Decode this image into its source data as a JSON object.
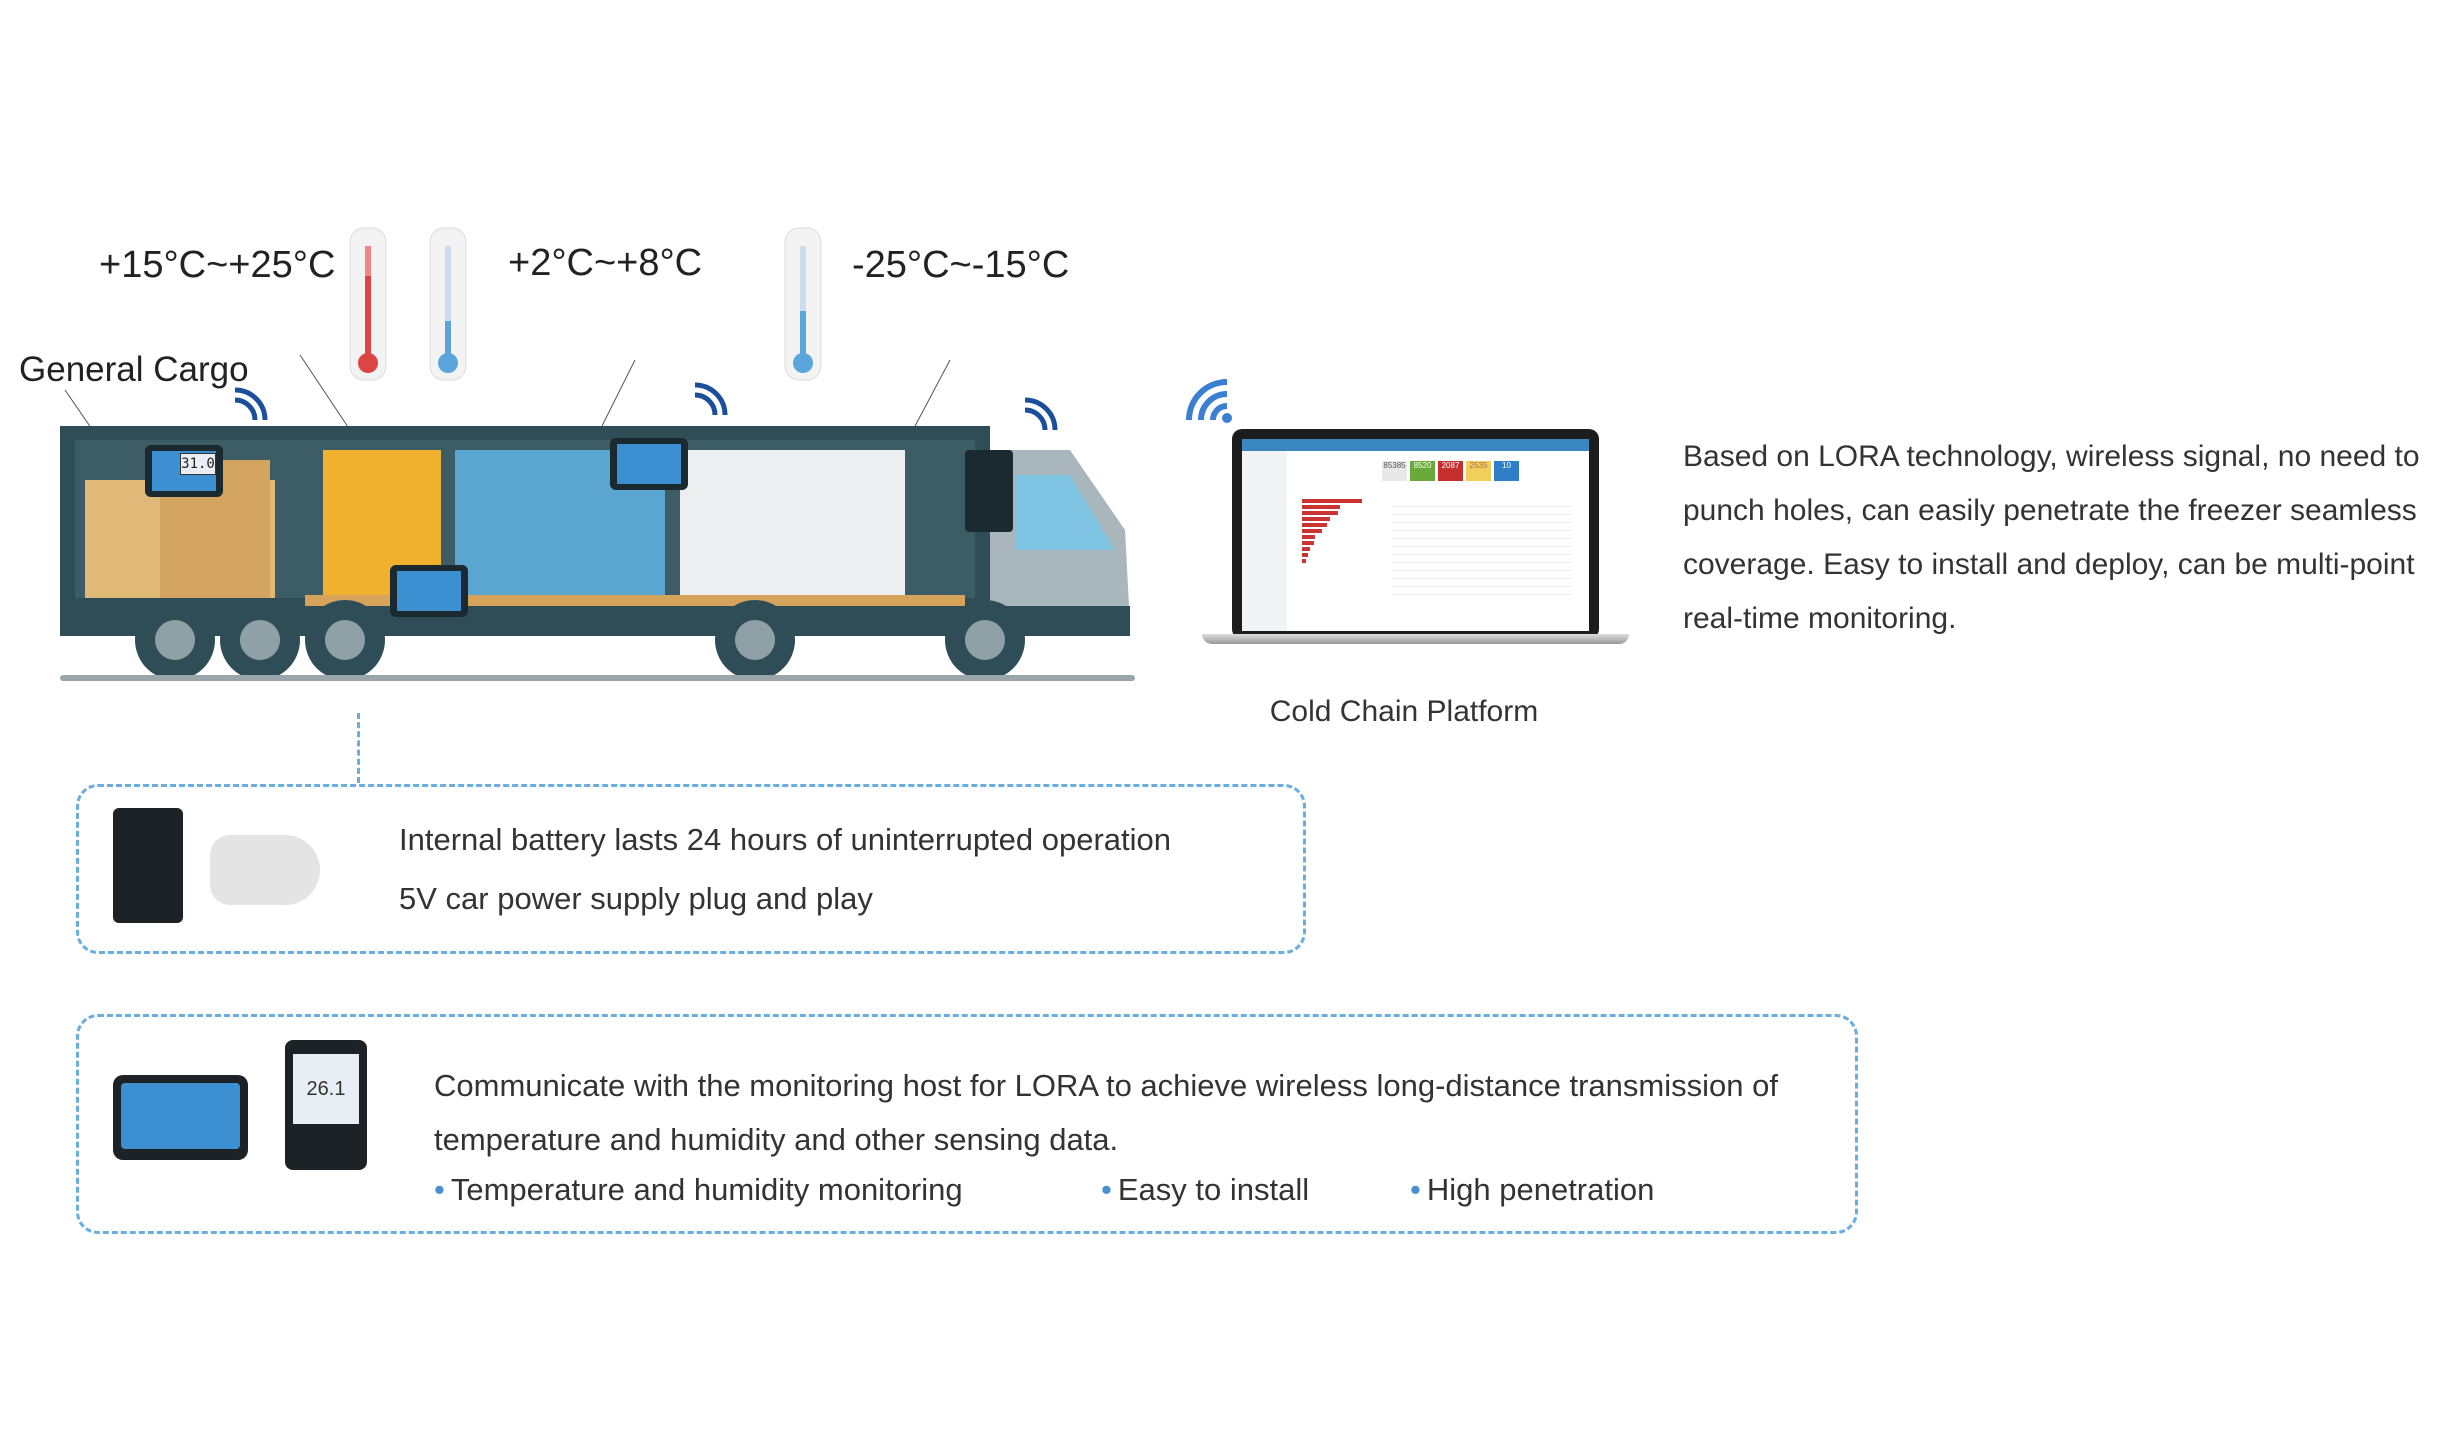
{
  "temperature_zones": [
    {
      "label": "+15°C~+25°C"
    },
    {
      "label": "+2°C~+8°C"
    },
    {
      "label": "-25°C~-15°C"
    }
  ],
  "cargo_label": "General Cargo",
  "device_display_reading": "31.0",
  "platform": {
    "caption": "Cold Chain Platform",
    "kpis": [
      {
        "value": "85385",
        "color": "#e8e8e8"
      },
      {
        "value": "8520",
        "color": "#6aaa3a"
      },
      {
        "value": "2087",
        "color": "#c62f2f"
      },
      {
        "value": "2535",
        "color": "#f2cf5a"
      },
      {
        "value": "10",
        "color": "#2f7fc8"
      }
    ]
  },
  "description": "Based on LORA technology, wireless signal, no need to punch holes, can easily penetrate the freezer seamless coverage. Easy to install and deploy, can be multi-point  real-time monitoring.",
  "box1": {
    "lines": [
      "Internal battery lasts 24 hours of uninterrupted operation",
      "5V car power supply plug and play"
    ]
  },
  "box2": {
    "text": "Communicate with the monitoring host for LORA to achieve wireless long-distance transmission of temperature and humidity and other sensing data.",
    "bullets": [
      "Temperature and humidity monitoring",
      "Easy to install",
      "High penetration"
    ],
    "device_reading": "26.1"
  },
  "colors": {
    "accent": "#6aaee0",
    "signal": "#1b4f9c",
    "truck": "#2f4d57"
  }
}
